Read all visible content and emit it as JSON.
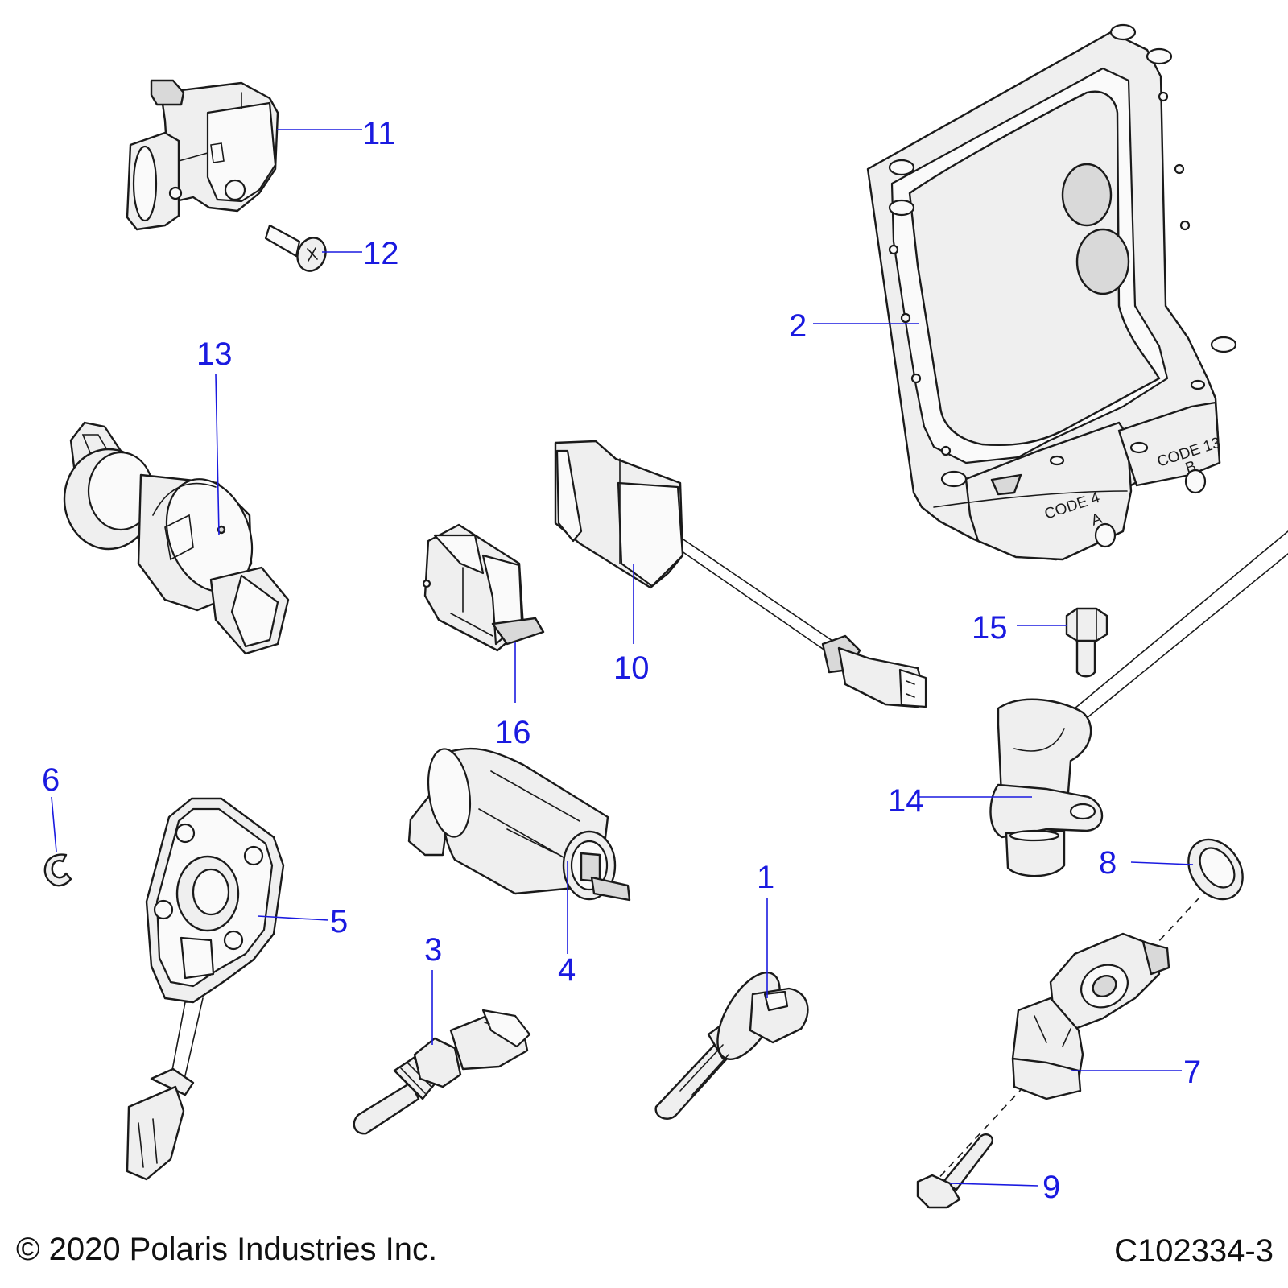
{
  "callouts": {
    "c1": "1",
    "c2": "2",
    "c3": "3",
    "c4": "4",
    "c5": "5",
    "c6": "6",
    "c7": "7",
    "c8": "8",
    "c9": "9",
    "c10": "10",
    "c11": "11",
    "c12": "12",
    "c13": "13",
    "c14": "14",
    "c15": "15",
    "c16": "16"
  },
  "ecu_labels": {
    "code_a_top": "CODE 4",
    "code_a_bottom": "A",
    "code_b_top": "CODE 13",
    "code_b_bottom": "B"
  },
  "footer": {
    "copyright": "© 2020 Polaris Industries Inc.",
    "figure_id": "C102334-3"
  },
  "colors": {
    "callout": "#1a1ae0",
    "line_art": "#1a1a1a"
  }
}
